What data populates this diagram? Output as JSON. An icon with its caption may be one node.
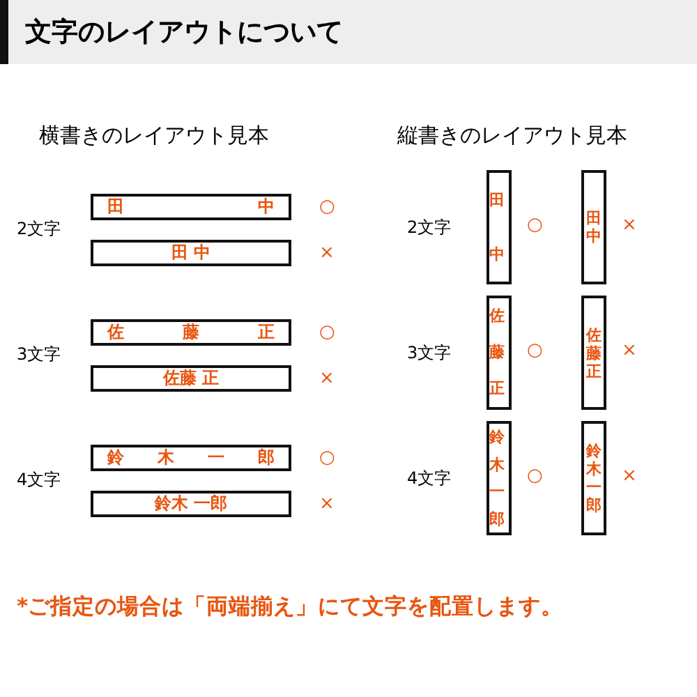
{
  "diagram": {
    "title": "文字のレイアウトについて",
    "nodes": [
      {
        "text": [
          "田中"
        ]
      },
      {
        "text": [
          "田 中"
        ]
      },
      {
        "text": [
          "佐藤正"
        ]
      },
      {
        "text": [
          "佐藤 正"
        ]
      },
      {
        "text": [
          "鈴木一郎"
        ]
      },
      {
        "text": [
          "鈴木 一郎"
        ]
      },
      {
        "text": [
          "田中"
        ]
      },
      {
        "text": [
          "田中"
        ]
      },
      {
        "text": [
          "佐藤正"
        ]
      },
      {
        "text": [
          "佐藤正"
        ]
      },
      {
        "text": [
          "鈴木一郎"
        ]
      },
      {
        "text": [
          "鈴木一郎"
        ]
      }
    ],
    "labels": [
      "横書きのレイアウト見本",
      "縦書きのレイアウト見本",
      "2文字",
      "○",
      "×",
      "3文字",
      "○",
      "×",
      "4文字",
      "○",
      "×",
      "2文字",
      "○",
      "×",
      "3文字",
      "○",
      "×",
      "4文字",
      "○",
      "×"
    ],
    "caption": "*ご指定の場合は「両端揃え」にて文字を配置します。"
  }
}
